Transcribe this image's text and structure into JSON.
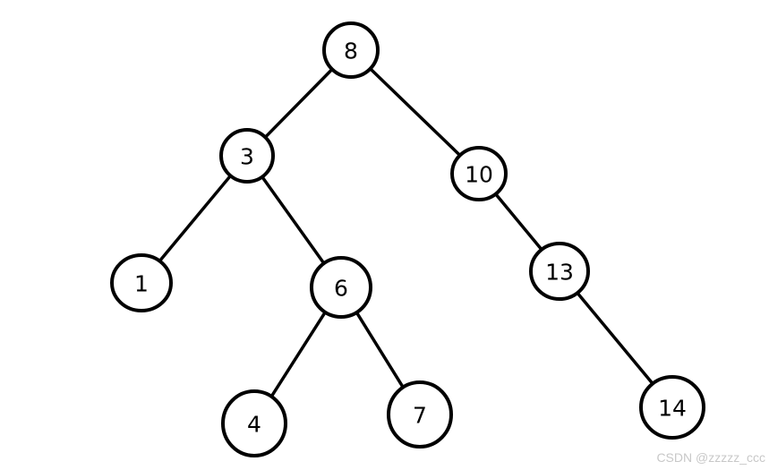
{
  "tree": {
    "nodes": [
      {
        "id": "n8",
        "label": "8"
      },
      {
        "id": "n3",
        "label": "3"
      },
      {
        "id": "n10",
        "label": "10"
      },
      {
        "id": "n1",
        "label": "1"
      },
      {
        "id": "n6",
        "label": "6"
      },
      {
        "id": "n13",
        "label": "13"
      },
      {
        "id": "n4",
        "label": "4"
      },
      {
        "id": "n7",
        "label": "7"
      },
      {
        "id": "n14",
        "label": "14"
      }
    ],
    "edges": [
      {
        "from": "n8",
        "to": "n3"
      },
      {
        "from": "n8",
        "to": "n10"
      },
      {
        "from": "n3",
        "to": "n1"
      },
      {
        "from": "n3",
        "to": "n6"
      },
      {
        "from": "n10",
        "to": "n13"
      },
      {
        "from": "n6",
        "to": "n4"
      },
      {
        "from": "n6",
        "to": "n7"
      },
      {
        "from": "n13",
        "to": "n14"
      }
    ]
  },
  "watermark": "CSDN @zzzzz_ccc"
}
